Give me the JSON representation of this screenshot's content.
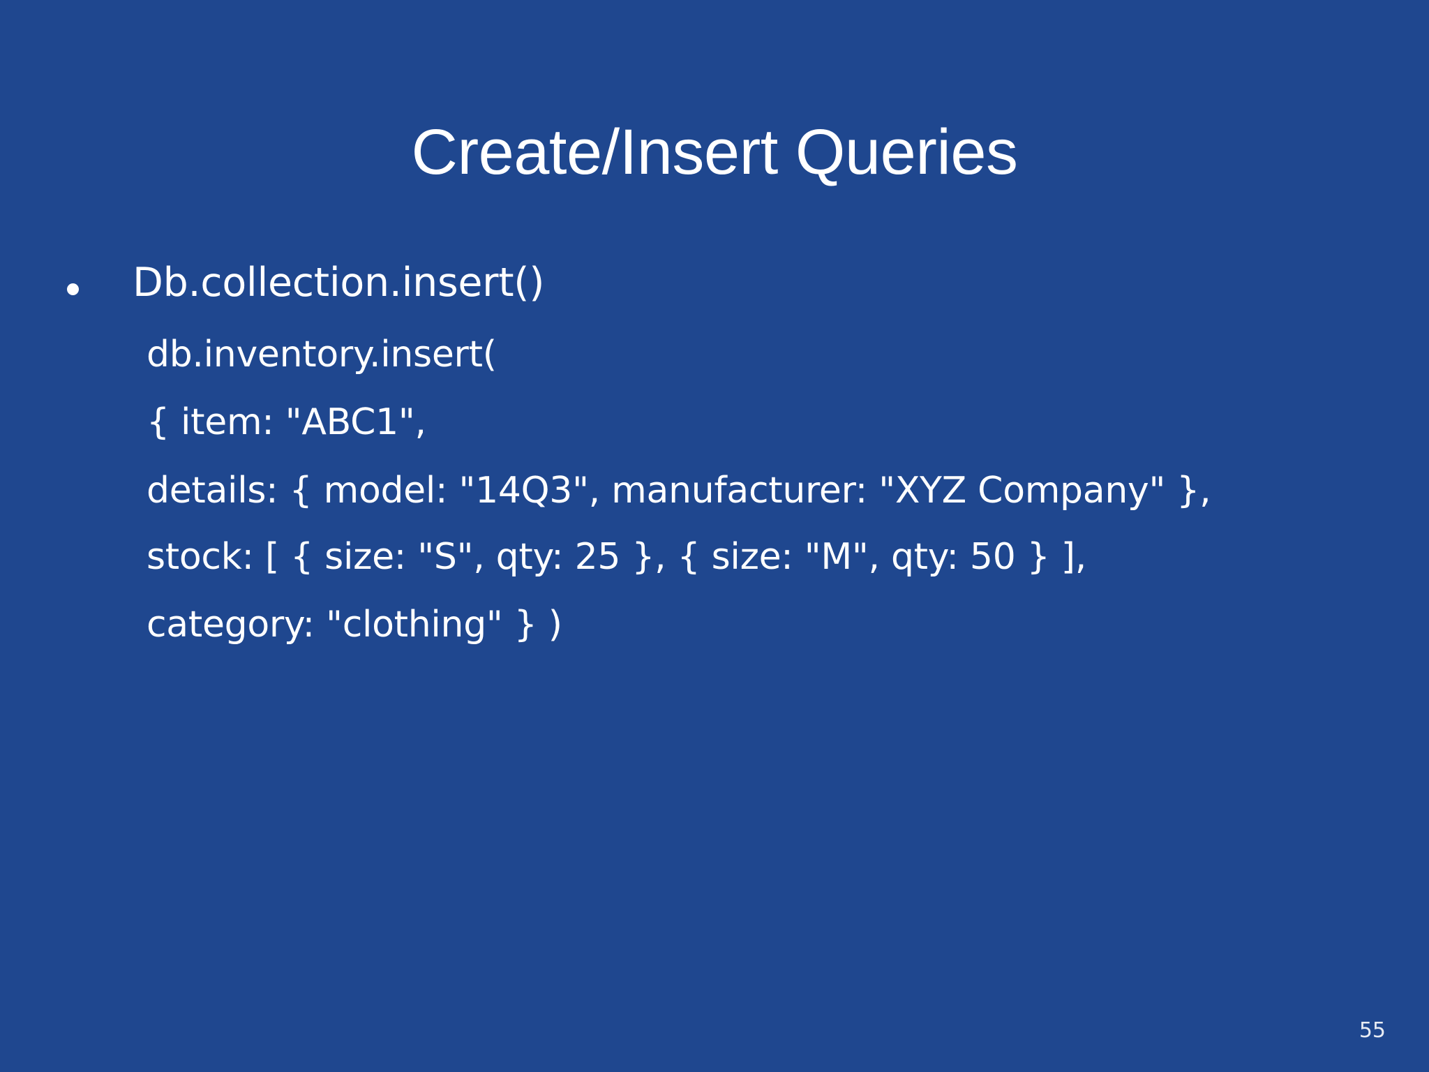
{
  "slide": {
    "background_color": "#1f478f",
    "text_color": "#ffffff",
    "title": "Create/Insert Queries",
    "page_number": "55"
  },
  "content": {
    "bullets": [
      {
        "marker": "bullet-dot",
        "text": "Db.collection.insert()"
      }
    ],
    "code_lines": [
      "db.inventory.insert(",
      "{ item: \"ABC1\",",
      "details: { model: \"14Q3\", manufacturer: \"XYZ Company\" },",
      "stock: [ { size: \"S\", qty: 25 }, { size: \"M\", qty: 50 } ],",
      "category: \"clothing\" } )"
    ]
  }
}
